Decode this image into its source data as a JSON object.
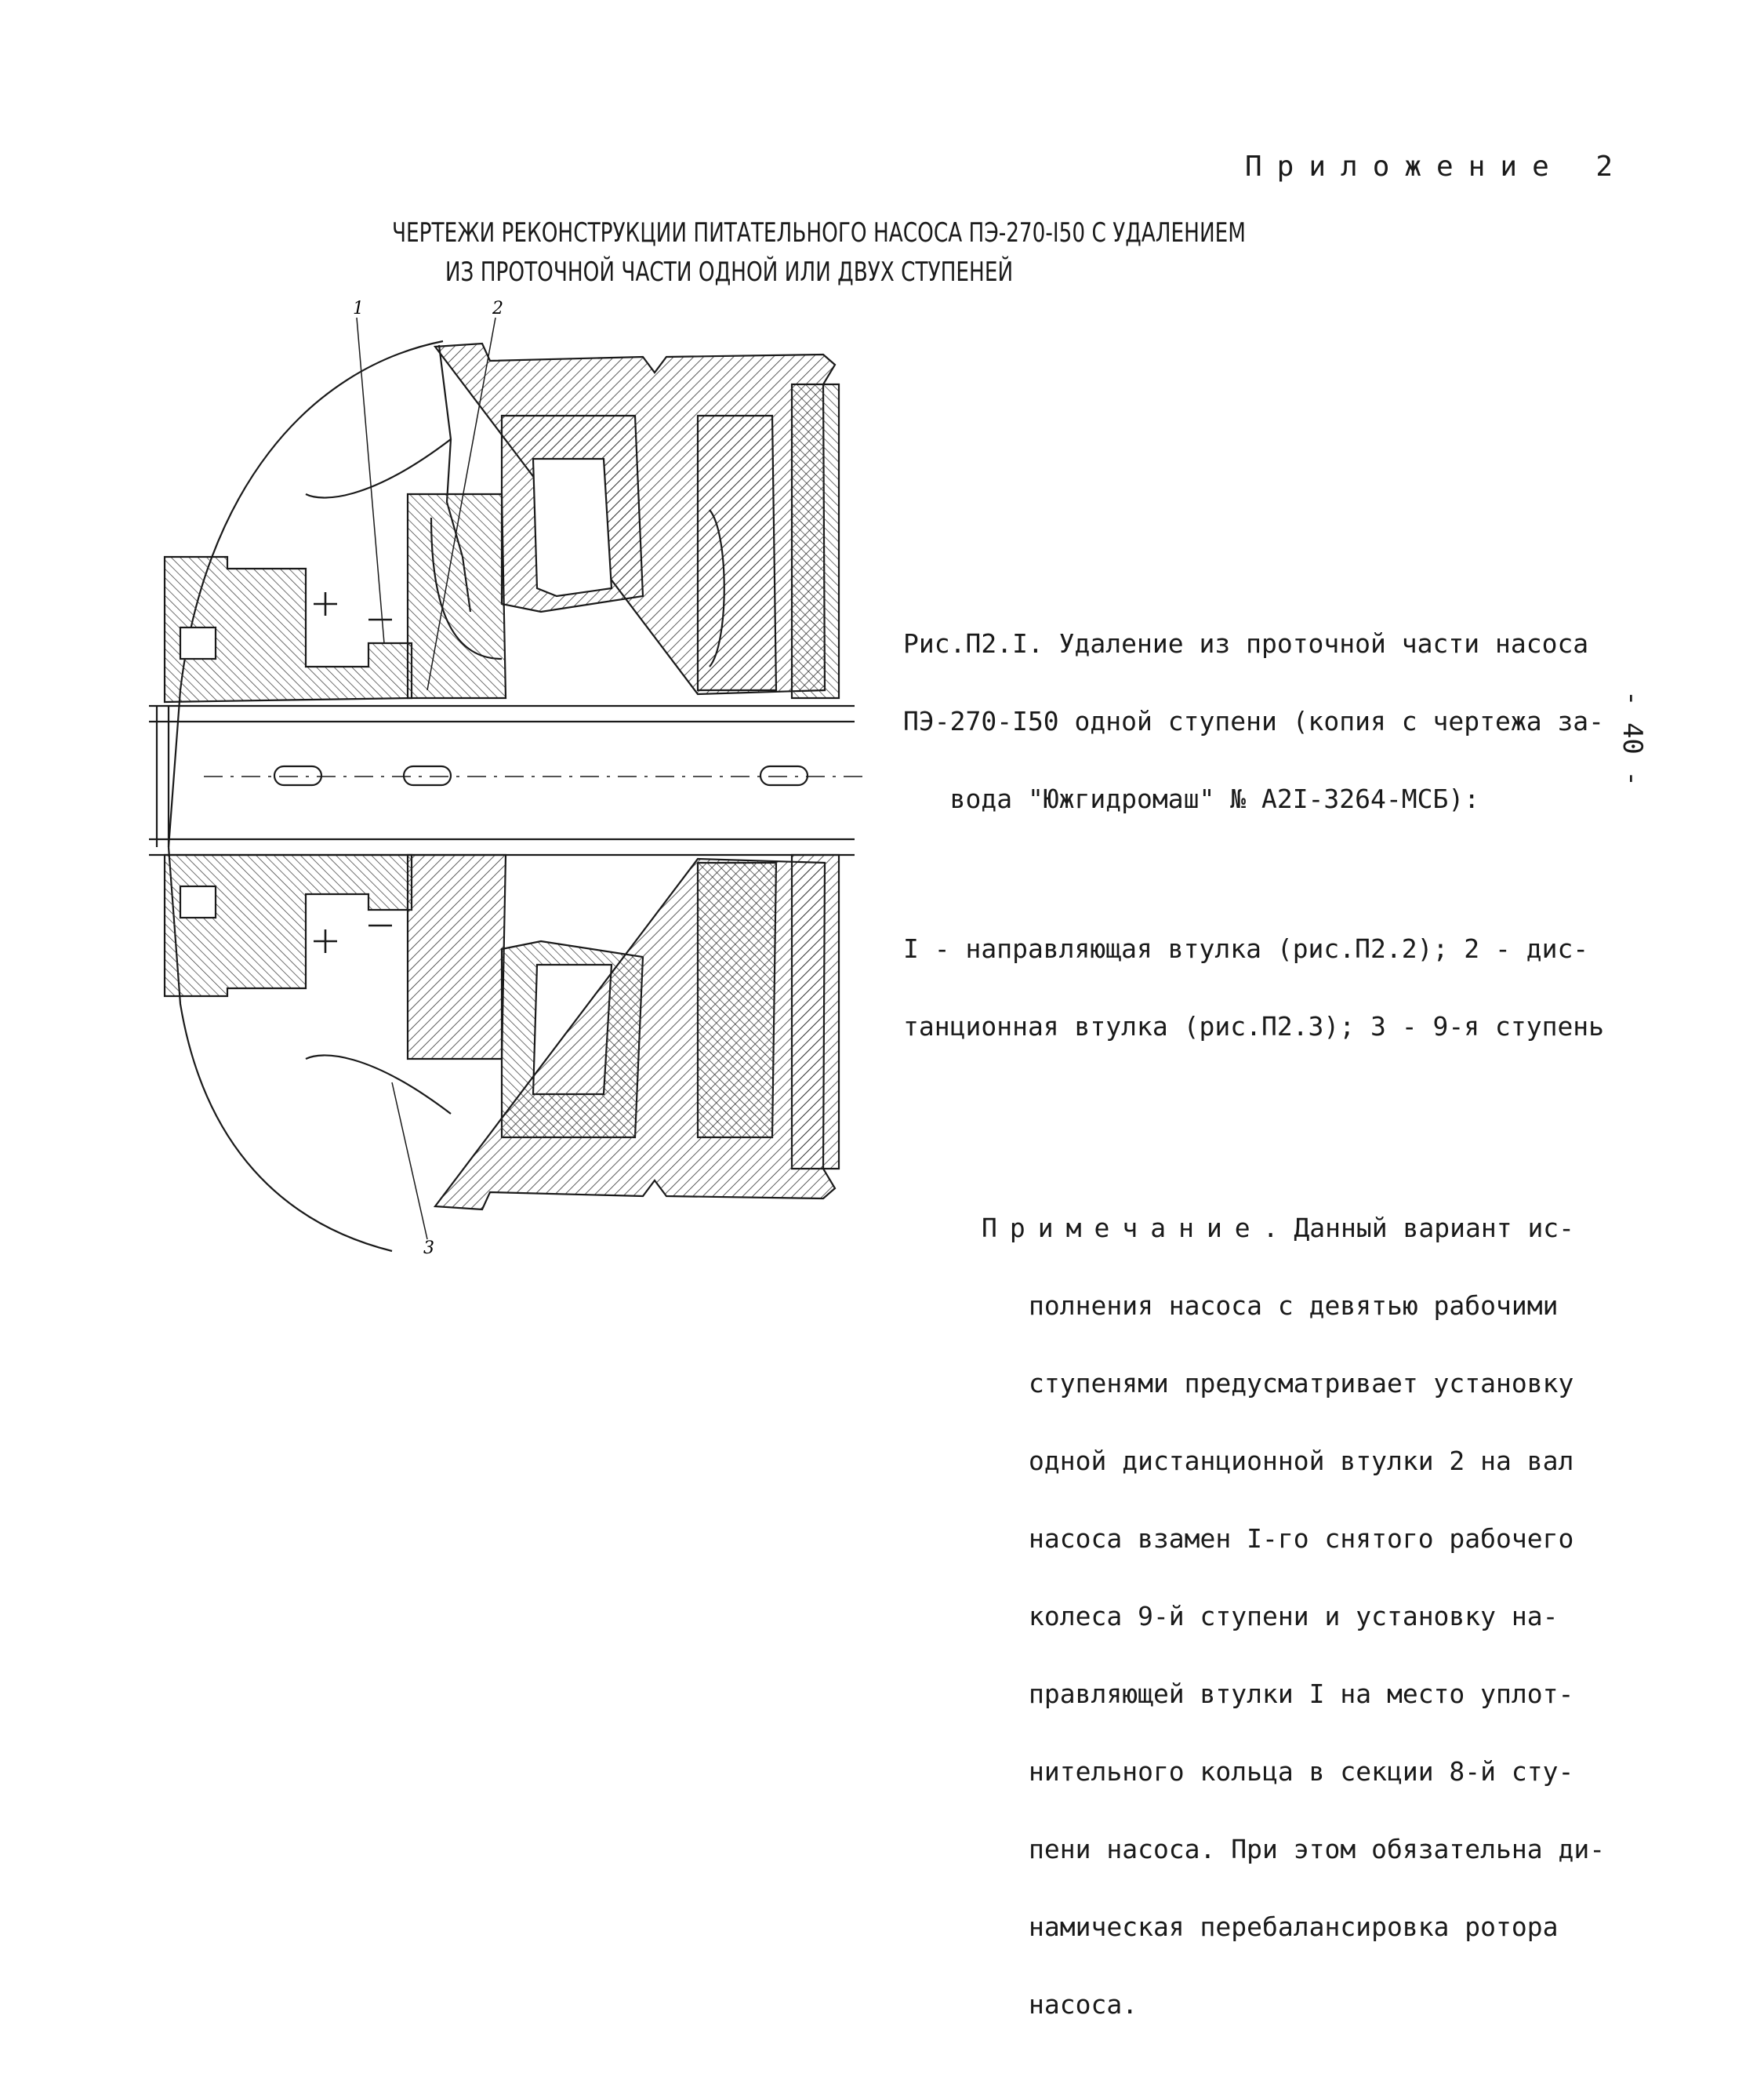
{
  "header": {
    "appendix": "Приложение 2"
  },
  "title": {
    "line1": "ЧЕРТЕЖИ РЕКОНСТРУКЦИИ ПИТАТЕЛЬНОГО НАСОСА ПЭ-270-I50 С УДАЛЕНИЕМ",
    "line2": "ИЗ ПРОТОЧНОЙ ЧАСТИ ОДНОЙ ИЛИ ДВУХ СТУПЕНЕЙ"
  },
  "drawing": {
    "callouts": [
      "1",
      "2",
      "3"
    ]
  },
  "caption": {
    "lines": [
      "Рис.П2.I. Удаление из проточной части насоса",
      "ПЭ-270-I50 одной ступени (копия с чертежа за-",
      "   вода \"Южгидромаш\" № A2I-3264-МСБ):"
    ],
    "legend": [
      "I - направляющая втулка (рис.П2.2); 2 - дис-",
      "танционная втулка (рис.П2.3); 3 - 9-я ступень"
    ]
  },
  "note": {
    "head": "Примечание",
    "first_line_rest": ". Данный вариант ис-",
    "lines": [
      "полнения насоса с девятью рабочими",
      "ступенями предусматривает установку",
      "одной дистанционной втулки 2 на вал",
      "насоса взамен I-го снятого рабочего",
      "колеса 9-й ступени и установку на-",
      "правляющей втулки I на место уплот-",
      "нительного кольца в секции 8-й сту-",
      "пени насоса. При этом обязательна ди-",
      "намическая перебалансировка ротора",
      "насоса."
    ]
  },
  "page_number": "- 40 -"
}
